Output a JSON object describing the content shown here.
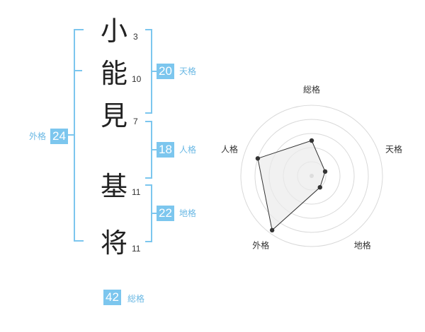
{
  "name": {
    "characters": [
      {
        "char": "小",
        "strokes": "3"
      },
      {
        "char": "能",
        "strokes": "10"
      },
      {
        "char": "見",
        "strokes": "7"
      },
      {
        "char": "基",
        "strokes": "11"
      },
      {
        "char": "将",
        "strokes": "11"
      }
    ]
  },
  "fortune": {
    "tenkaku": {
      "value": "20",
      "label": "天格"
    },
    "jinkaku": {
      "value": "18",
      "label": "人格"
    },
    "chikaku": {
      "value": "22",
      "label": "地格"
    },
    "gaikaku": {
      "value": "24",
      "label": "外格"
    },
    "soukaku": {
      "value": "42",
      "label": "総格"
    }
  },
  "radar": {
    "axes": [
      "総格",
      "天格",
      "地格",
      "外格",
      "人格"
    ],
    "values": [
      0.5,
      0.2,
      0.2,
      0.95,
      0.8
    ],
    "colors": {
      "accent": "#7cc6ee",
      "fill": "#ebebeb",
      "line": "#333333",
      "ring": "#d9d9d9"
    }
  }
}
